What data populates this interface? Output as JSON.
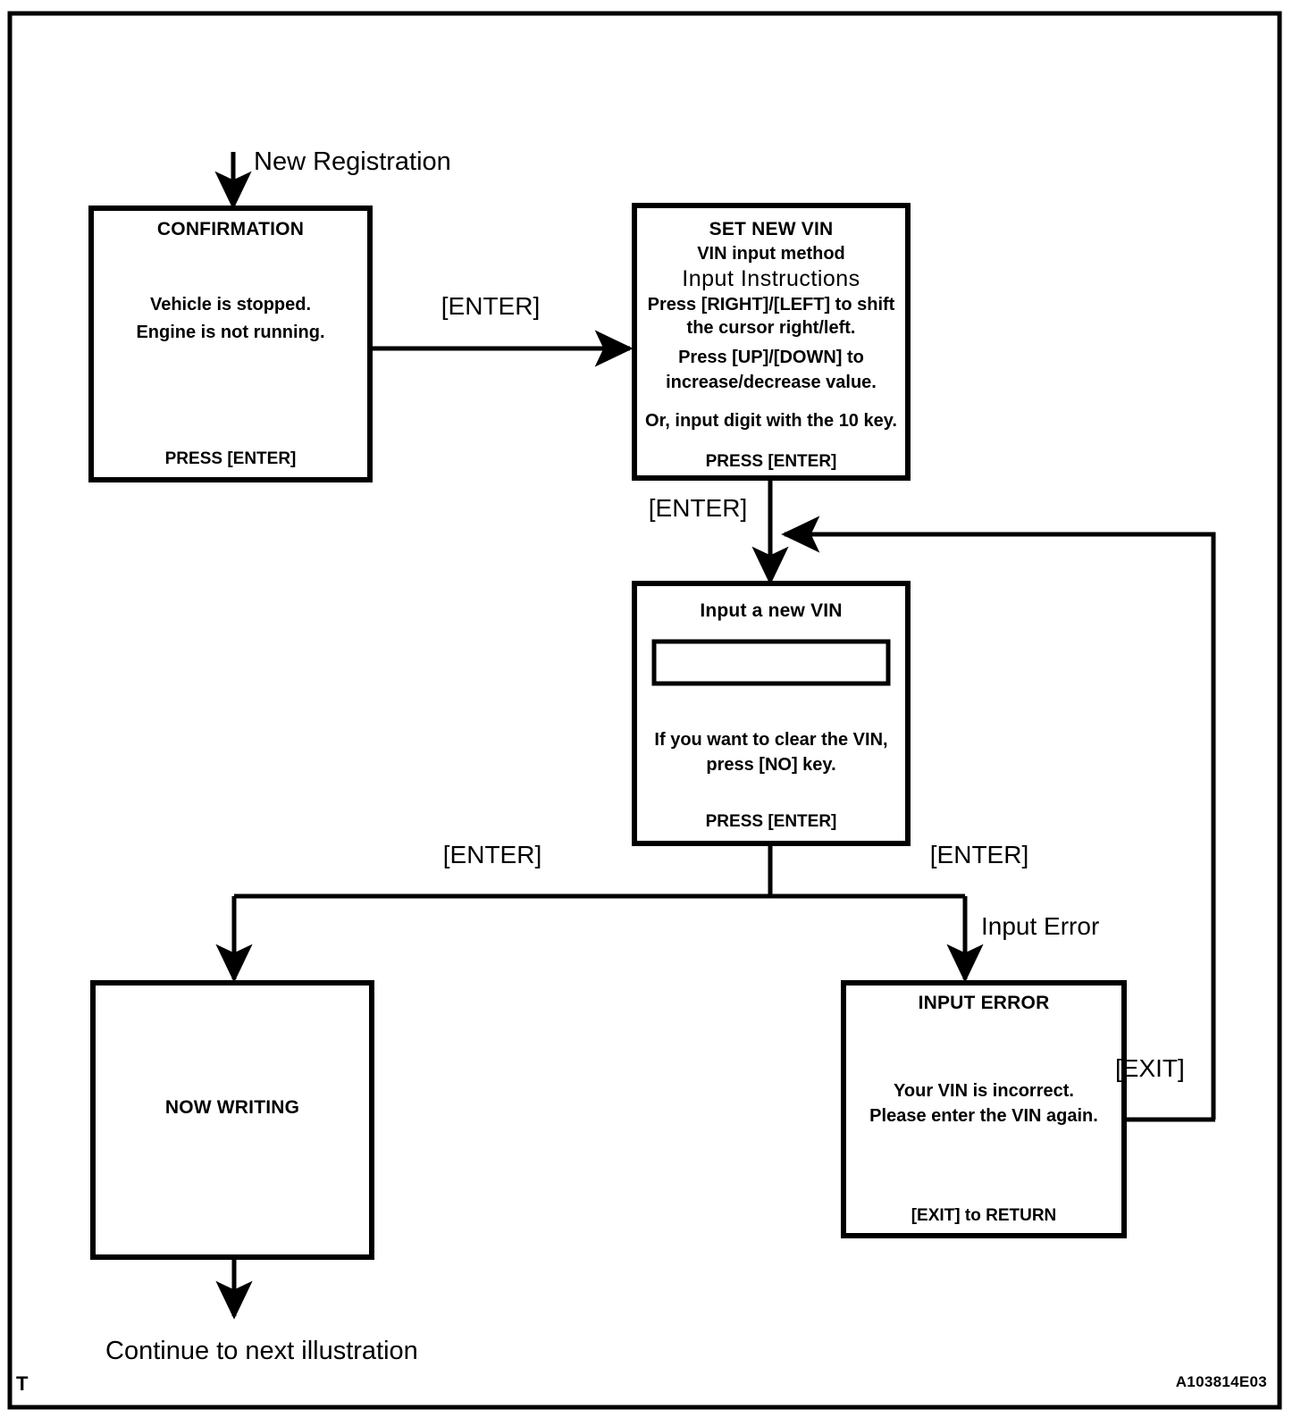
{
  "figure": {
    "id_code": "A103814E03",
    "corner_mark": "T",
    "entry_label": "New Registration",
    "exit_label": "Continue to next illustration"
  },
  "screens": {
    "confirmation": {
      "title": "CONFIRMATION",
      "lines": [
        "Vehicle is stopped.",
        "Engine is not running."
      ],
      "footer": "PRESS [ENTER]"
    },
    "set_new_vin": {
      "title": "SET NEW VIN",
      "subtitle": "VIN input method",
      "instructions_heading": "Input Instructions",
      "lines": [
        "Press [RIGHT]/[LEFT] to shift",
        "the cursor right/left.",
        "Press [UP]/[DOWN]  to",
        "increase/decrease value.",
        "Or, input digit with the 10 key."
      ],
      "footer": "PRESS [ENTER]"
    },
    "input_new_vin": {
      "title": "Input a new VIN",
      "field_value": "",
      "lines": [
        "If you want to clear the VIN,",
        "press [NO] key."
      ],
      "footer": "PRESS [ENTER]"
    },
    "now_writing": {
      "title": "NOW WRITING"
    },
    "input_error": {
      "title": "INPUT  ERROR",
      "lines": [
        "Your VIN is incorrect.",
        "Please enter the VIN again."
      ],
      "footer": "[EXIT] to RETURN"
    }
  },
  "edges": {
    "confirmation_to_setvin": "[ENTER]",
    "setvin_to_inputvin": "[ENTER]",
    "inputvin_to_nowwriting": "[ENTER]",
    "inputvin_to_error": "[ENTER]",
    "error_branch_note": "Input Error",
    "error_return": "[EXIT]"
  },
  "colors": {
    "stroke": "#000000",
    "background": "#ffffff"
  }
}
